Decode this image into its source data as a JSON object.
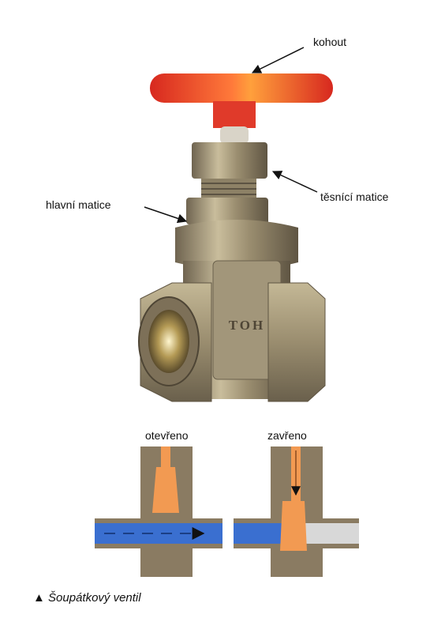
{
  "labels": {
    "handle": "kohout",
    "gland_nut": "těsnící matice",
    "main_nut": "hlavní matice",
    "body_text": "TOH",
    "open": "otevřeno",
    "closed": "zavřeno"
  },
  "caption": {
    "marker": "▲",
    "text": "Šoupátkový ventil"
  },
  "colors": {
    "handle": "#e8362b",
    "brass": "#a89b7c",
    "brass_dark": "#6f6450",
    "section_body": "#8a7b62",
    "gate": "#f29a52",
    "flow": "#3a6fd0",
    "closed_pipe": "#d8d8d8"
  }
}
